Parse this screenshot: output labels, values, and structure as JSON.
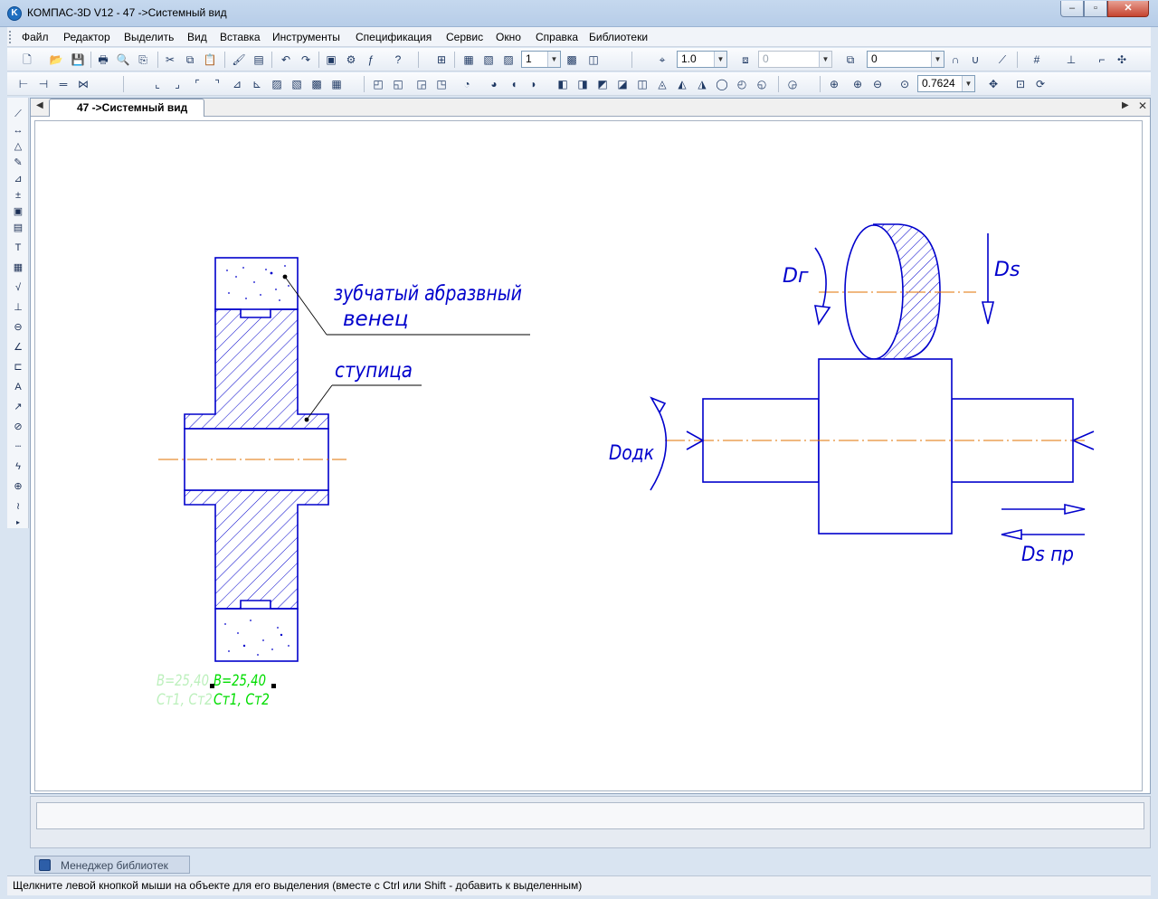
{
  "window": {
    "title": "КОМПАС-3D V12 - 47 ->Системный вид",
    "min_glyph": "‒",
    "max_glyph": "▫",
    "close_glyph": "✕"
  },
  "menu": {
    "items": [
      "Файл",
      "Редактор",
      "Выделить",
      "Вид",
      "Вставка",
      "Инструменты",
      "Спецификация",
      "Сервис",
      "Окно",
      "Справка",
      "Библиотеки"
    ]
  },
  "toolbar1": {
    "style_combo": "1",
    "scale_combo": "1.0",
    "state_combo": "0",
    "layer_combo": "0"
  },
  "toolbar2": {
    "zoom_value": "0.7624"
  },
  "document": {
    "tab_label": "47 ->Системный вид"
  },
  "drawing": {
    "label_crown_line1": "зубчатый абразвный",
    "label_crown_line2": "венец",
    "label_hub": "ступица",
    "label_dg": "Dг",
    "label_ds": "Ds",
    "label_dodk": "Dодк",
    "label_ds_pr": "Ds пр",
    "label_b": "B=25,40",
    "label_st": "Ст1, Ст2",
    "label_b_ghost": "B=25,40",
    "label_st_ghost": "Ст1, Ст2"
  },
  "colors": {
    "drawing_line": "#0000cc",
    "axis_line": "#e07000",
    "selected_text": "#00dd00",
    "ghost_text": "#bdf0bd"
  },
  "bottom": {
    "library_manager_label": "Менеджер библиотек"
  },
  "status": {
    "text": "Щелкните левой кнопкой мыши на объекте для его выделения (вместе с Ctrl или Shift - добавить к выделенным)"
  }
}
